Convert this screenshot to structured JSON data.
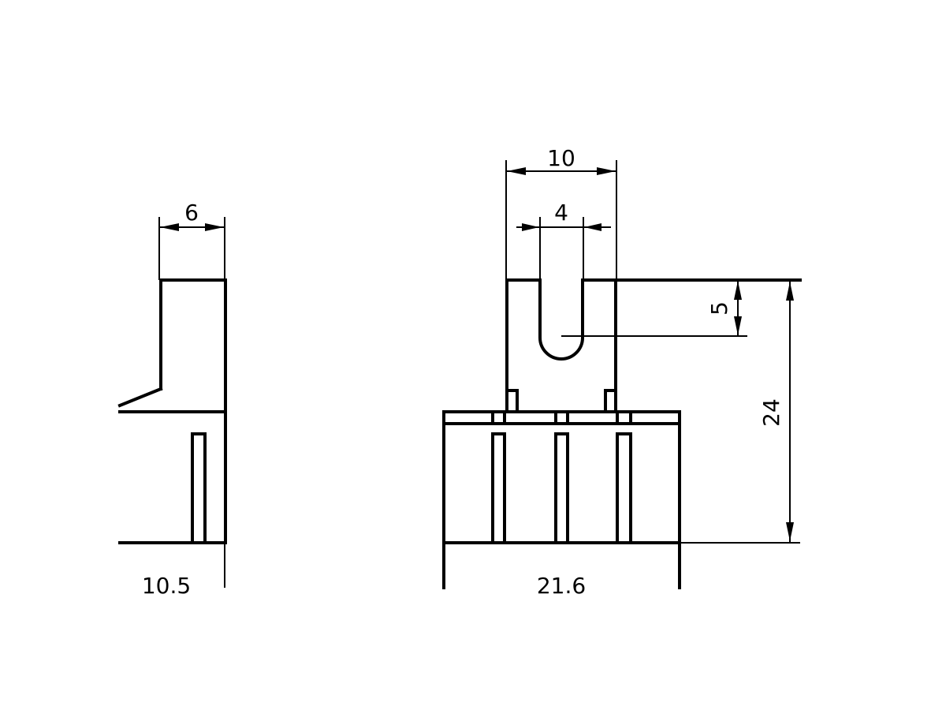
{
  "colors": {
    "background": "#ffffff",
    "ink": "#000000"
  },
  "side_view": {
    "dims": {
      "top_width": "6",
      "bottom_width": "10.5"
    }
  },
  "front_view": {
    "dims": {
      "overall_width": "10",
      "slot_width": "4",
      "slot_depth": "5",
      "height": "24",
      "base_width": "21.6"
    }
  }
}
